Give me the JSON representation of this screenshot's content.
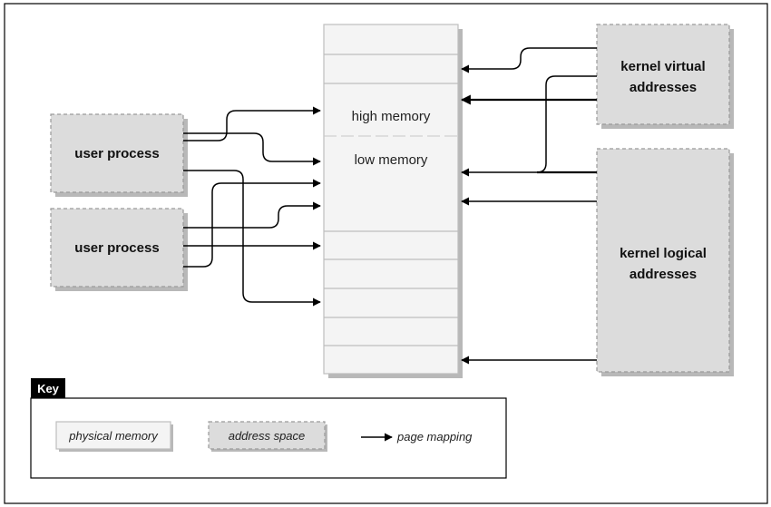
{
  "diagram": {
    "memory": {
      "high_label": "high memory",
      "low_label": "low memory"
    },
    "user_process_1": "user process",
    "user_process_2": "user process",
    "kernel_virtual": [
      "kernel virtual",
      "addresses"
    ],
    "kernel_logical": [
      "kernel logical",
      "addresses"
    ]
  },
  "key": {
    "title": "Key",
    "physical_memory": "physical memory",
    "address_space": "address space",
    "page_mapping": "page mapping"
  },
  "colors": {
    "address_fill": "#dcdcdc",
    "memory_fill": "#f4f4f4",
    "shadow": "#b8b8b8",
    "line": "#000000",
    "border": "#bdbdbd"
  }
}
